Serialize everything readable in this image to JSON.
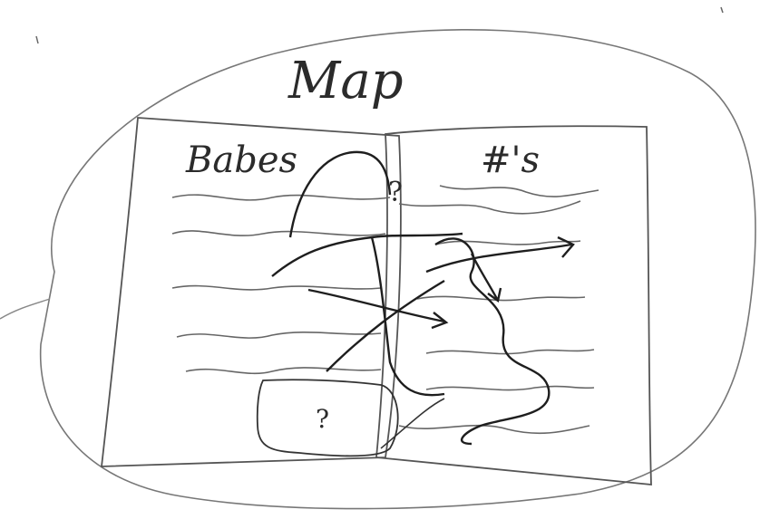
{
  "title": "Map",
  "left_column_label": "Babes",
  "right_column_label": "#'s",
  "annotations": [
    "?",
    "?"
  ],
  "ink_color": "#2b2b2b",
  "line_color": "#555555",
  "background_color": "#ffffff"
}
